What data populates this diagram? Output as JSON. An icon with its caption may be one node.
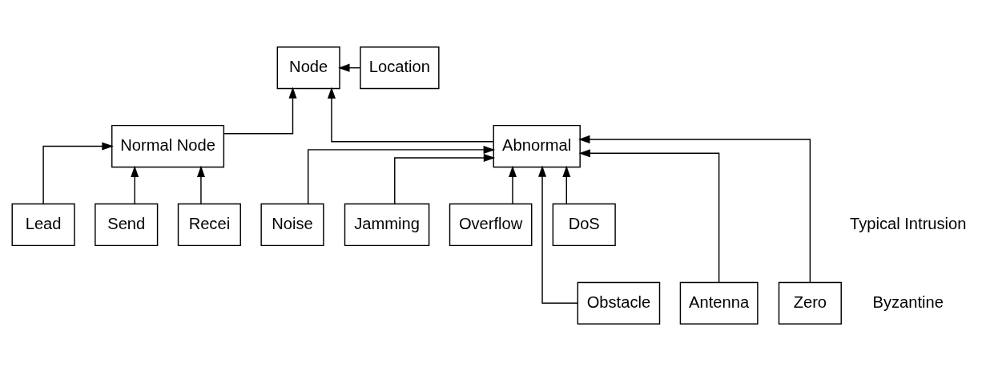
{
  "diagram": {
    "nodes": [
      {
        "text": [
          "Node"
        ]
      },
      {
        "text": [
          "Location"
        ]
      },
      {
        "text": [
          "Normal Node"
        ]
      },
      {
        "text": [
          "Abnormal"
        ]
      },
      {
        "text": [
          "Lead"
        ]
      },
      {
        "text": [
          "Send"
        ]
      },
      {
        "text": [
          "Recei"
        ]
      },
      {
        "text": [
          "Noise"
        ]
      },
      {
        "text": [
          "Jamming"
        ]
      },
      {
        "text": [
          "Overflow"
        ]
      },
      {
        "text": [
          "DoS"
        ]
      },
      {
        "text": [
          "Obstacle"
        ]
      },
      {
        "text": [
          "Antenna"
        ]
      },
      {
        "text": [
          "Zero"
        ]
      }
    ],
    "edges": [
      {
        "from": 1,
        "to": 0,
        "arrow": "to"
      },
      {
        "from": 2,
        "to": 0,
        "arrow": "to"
      },
      {
        "from": 3,
        "to": 0,
        "arrow": "to"
      },
      {
        "from": 4,
        "to": 2,
        "arrow": "to"
      },
      {
        "from": 5,
        "to": 2,
        "arrow": "to"
      },
      {
        "from": 6,
        "to": 2,
        "arrow": "to"
      },
      {
        "from": 7,
        "to": 3,
        "arrow": "to"
      },
      {
        "from": 11,
        "to": 3,
        "arrow": "to"
      },
      {
        "from": 8,
        "to": 3,
        "arrow": "to"
      },
      {
        "from": 12,
        "to": 3,
        "arrow": "to"
      },
      {
        "from": 9,
        "to": 3,
        "arrow": "to"
      },
      {
        "from": 13,
        "to": 3,
        "arrow": "to"
      },
      {
        "from": 10,
        "to": 3,
        "arrow": "to"
      }
    ],
    "labels": [
      "Typical Intrusion",
      "Byzantine"
    ]
  }
}
